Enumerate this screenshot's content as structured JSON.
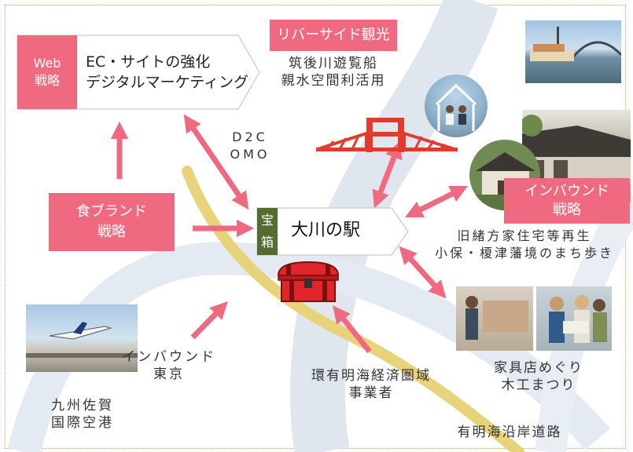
{
  "web": {
    "tag_line1": "Web",
    "tag_line2": "戦略",
    "line1": "EC・サイトの強化",
    "line2": "デジタルマーケティング"
  },
  "riverside": {
    "title": "リバーサイド観光",
    "line1": "筑後川遊覧船",
    "line2": "親水空間利活用"
  },
  "d2c": {
    "line1": "D2C",
    "line2": "OMO"
  },
  "food_brand": {
    "line1": "食ブランド",
    "line2": "戦略"
  },
  "station": {
    "tag_line1": "宝",
    "tag_line2": "箱",
    "name": "大川の駅"
  },
  "inbound_strategy": {
    "line1": "インバウンド",
    "line2": "戦略"
  },
  "heritage": {
    "line1": "旧緒方家住宅等再生",
    "line2": "小保・榎津藩境のまち歩き"
  },
  "inbound_tokyo": {
    "line1": "インバウンド",
    "line2": "東京"
  },
  "airport": {
    "line1": "九州佐賀",
    "line2": "国際空港"
  },
  "ariake": {
    "line1": "環有明海経済圏域",
    "line2": "事業者"
  },
  "furniture": {
    "line1": "家具店めぐり",
    "line2": "木工まつり"
  },
  "coastal_road": {
    "label": "有明海沿岸道路"
  },
  "colors": {
    "pink": "#ef6a80",
    "green_tag": "#556b2f",
    "river": "#dfe6ee",
    "road": "#e8d27a",
    "bridge_red": "#e23a2e",
    "chest_red": "#e0262a"
  }
}
